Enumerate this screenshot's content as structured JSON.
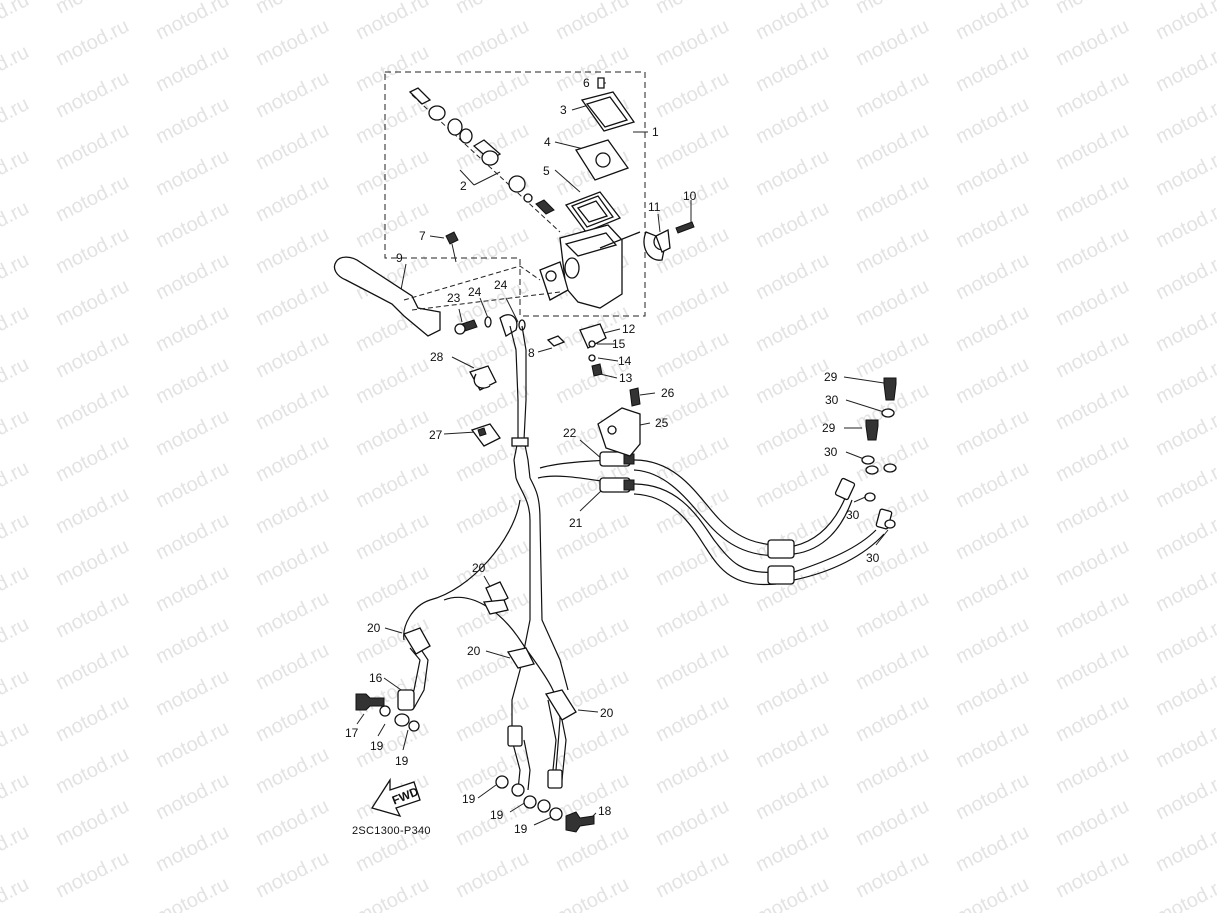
{
  "watermark": "motod.ru",
  "diagram_code": "2SC1300-P340",
  "fwd_label": "FWD",
  "callouts": {
    "c1": "1",
    "c2": "2",
    "c3": "3",
    "c4": "4",
    "c5": "5",
    "c6": "6",
    "c7": "7",
    "c8": "8",
    "c9": "9",
    "c10": "10",
    "c11": "11",
    "c12": "12",
    "c13": "13",
    "c14": "14",
    "c15": "15",
    "c16": "16",
    "c17": "17",
    "c18": "18",
    "c19a": "19",
    "c19b": "19",
    "c19c": "19",
    "c19d": "19",
    "c19e": "19",
    "c20a": "20",
    "c20b": "20",
    "c20c": "20",
    "c20d": "20",
    "c21": "21",
    "c22": "22",
    "c23": "23",
    "c24a": "24",
    "c24b": "24",
    "c25": "25",
    "c26": "26",
    "c27": "27",
    "c28": "28",
    "c29a": "29",
    "c29b": "29",
    "c30a": "30",
    "c30b": "30",
    "c30c": "30",
    "c30d": "30"
  }
}
